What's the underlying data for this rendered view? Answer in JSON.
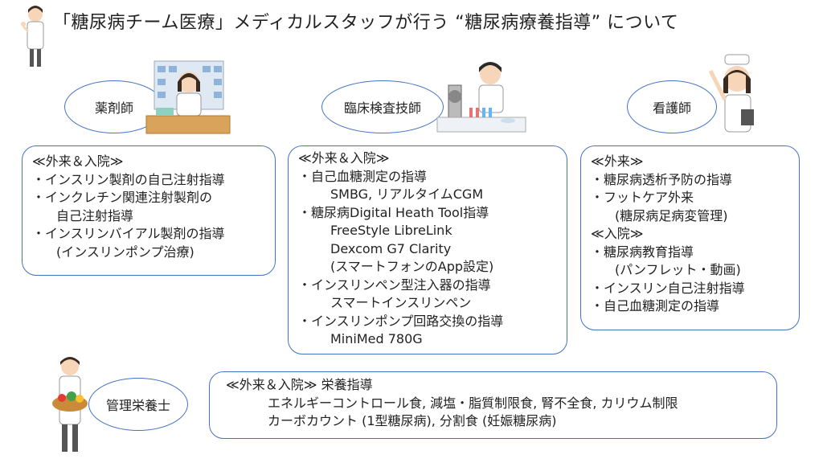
{
  "title": "「糖尿病チーム医療」メディカルスタッフが行う “糖尿病療養指導” について",
  "colors": {
    "border": "#4472c4",
    "text": "#222222"
  },
  "roles": {
    "pharmacist": {
      "label": "薬剤師",
      "lines": [
        "≪外来＆入院≫",
        "・インスリン製剤の自己注射指導",
        "・インクレチン関連注射製剤の",
        "自己注射指導",
        "・インスリンバイアル製剤の指導",
        "(インスリンポンプ治療)"
      ]
    },
    "lab_technician": {
      "label": "臨床検査技師",
      "lines": [
        "≪外来＆入院≫",
        "・自己血糖測定の指導",
        "SMBG, リアルタイムCGM",
        "・糖尿病Digital Heath Tool指導",
        "FreeStyle LibreLink",
        "Dexcom G7 Clarity",
        "(スマートフォンのApp設定)",
        "・インスリンペン型注入器の指導",
        "スマートインスリンペン",
        "・インスリンポンプ回路交換の指導",
        "MiniMed 780G"
      ]
    },
    "nurse": {
      "label": "看護師",
      "lines": [
        "≪外来≫",
        "・糖尿病透析予防の指導",
        "・フットケア外来",
        "(糖尿病足病変管理)",
        "≪入院≫",
        "・糖尿病教育指導",
        "(パンフレット・動画)",
        "・インスリン自己注射指導",
        "・自己血糖測定の指導"
      ]
    },
    "dietitian": {
      "label": "管理栄養士",
      "lines": [
        "≪外来＆入院≫ 栄養指導",
        "エネルギーコントロール食, 減塩・脂質制限食, 腎不全食, カリウム制限",
        "カーボカウント (1型糖尿病), 分割食 (妊娠糖尿病)"
      ]
    }
  }
}
